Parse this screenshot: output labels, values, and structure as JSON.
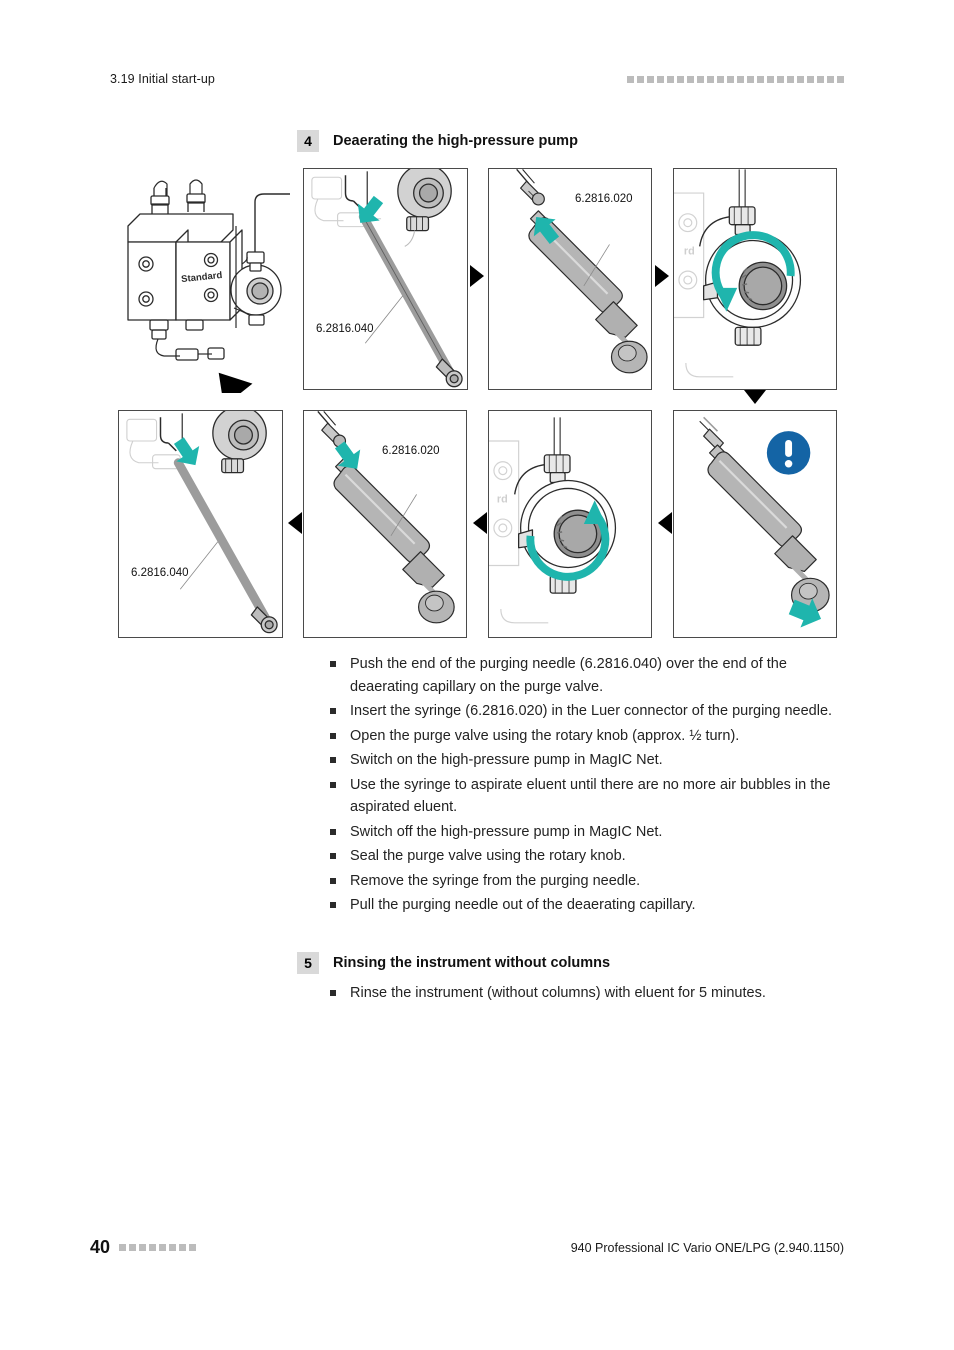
{
  "header": {
    "section_title": "3.19 Initial start-up",
    "marker_count": 22
  },
  "steps": [
    {
      "number": "4",
      "title": "Deaerating the high-pressure pump",
      "bullets": [
        "Push the end of the purging needle (6.2816.040) over the end of the deaerating capillary on the purge valve.",
        "Insert the syringe (6.2816.020) in the Luer connector of the purging needle.",
        "Open the purge valve using the rotary knob (approx. ½ turn).",
        "Switch on the high-pressure pump in MagIC Net.",
        "Use the syringe to aspirate eluent until there are no more air bubbles in the aspirated eluent.",
        "Switch off the high-pressure pump in MagIC Net.",
        "Seal the purge valve using the rotary knob.",
        "Remove the syringe from the purging needle.",
        "Pull the purging needle out of the deaerating capillary."
      ]
    },
    {
      "number": "5",
      "title": "Rinsing the instrument without columns",
      "bullets": [
        "Rinse the instrument (without columns) with eluent for 5 minutes."
      ]
    }
  ],
  "figure": {
    "labels": {
      "pump_head_text": "Standard",
      "purging_needle_part": "6.2816.040",
      "syringe_part": "6.2816.020",
      "purging_needle_part_row2": "6.2816.040",
      "syringe_part_row2": "6.2816.020"
    },
    "panels": [
      {
        "id": "overview",
        "caption": "pump head overview with black pointer arrow"
      },
      {
        "id": "attach-needle",
        "caption": "purging needle attached to deaerating capillary"
      },
      {
        "id": "insert-syringe",
        "caption": "syringe inserted into Luer connector of purging needle"
      },
      {
        "id": "open-valve",
        "caption": "purge valve rotary knob opened counter-clockwise"
      },
      {
        "id": "remove-needle",
        "caption": "purging needle pulled out of deaerating capillary"
      },
      {
        "id": "remove-syringe",
        "caption": "syringe removed from purging needle"
      },
      {
        "id": "seal-valve",
        "caption": "purge valve rotary knob sealed clockwise"
      },
      {
        "id": "aspirate",
        "caption": "syringe aspirating eluent, plunger pulled back"
      }
    ]
  },
  "colors": {
    "accent_teal": "#1fb5ad",
    "notice_blue": "#1464a5",
    "step_badge_gray": "#d9d9d9",
    "marker_gray": "#bcbcbc",
    "line_art_stroke": "#2b2b2b",
    "metal_gray": "#b3b3b3"
  },
  "footer": {
    "page_number": "40",
    "marker_count": 8,
    "document_reference": "940 Professional IC Vario ONE/LPG (2.940.1150)"
  }
}
